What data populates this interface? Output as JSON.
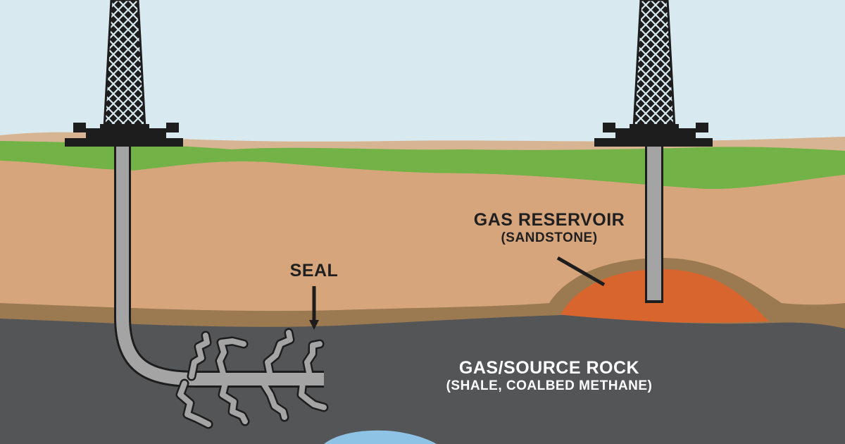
{
  "labels": {
    "gas_reservoir": {
      "title": "GAS RESERVOIR",
      "subtitle": "(SANDSTONE)"
    },
    "seal": {
      "title": "SEAL"
    },
    "source_rock": {
      "title": "GAS/SOURCE ROCK",
      "subtitle": "(SHALE, COALBED METHANE)"
    }
  },
  "colors": {
    "sky": "#d8eaf0",
    "topsoil": "#d8b592",
    "grass": "#72b247",
    "sediment": "#d7a57c",
    "seal_layer": "#9b7a52",
    "shale": "#545557",
    "reservoir": "#d9652e",
    "pipe": "#a4a4a4",
    "rig": "#1d1d1d",
    "aquifer": "#8ec3e6"
  }
}
